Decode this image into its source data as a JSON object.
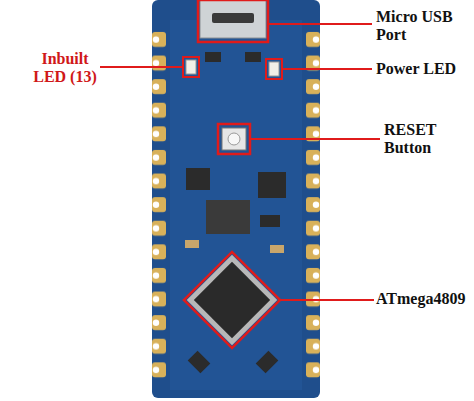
{
  "diagram": {
    "labels": [
      "Micro USB Port",
      "Inbuilt LED (13)",
      "Power LED",
      "RESET Button",
      "ATmega4809"
    ]
  }
}
